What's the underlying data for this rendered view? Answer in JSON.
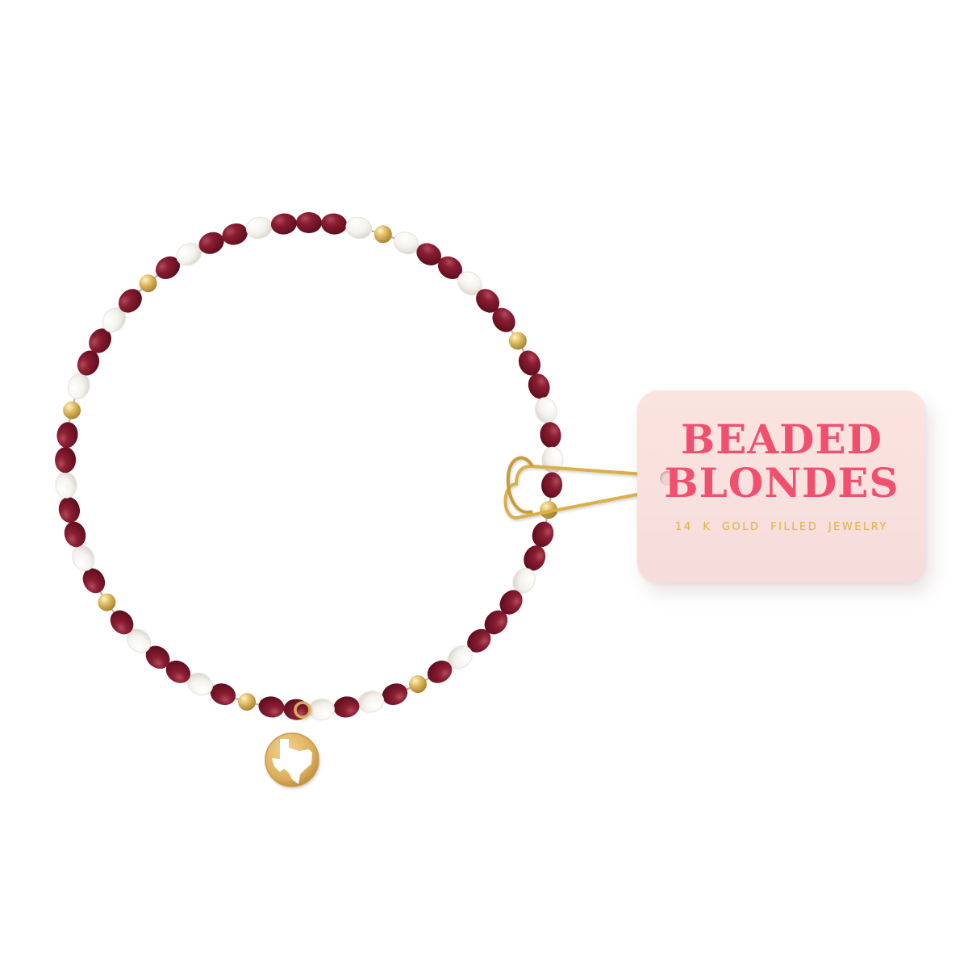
{
  "product": {
    "tag": {
      "brand_line1": "BEADED",
      "brand_line2": "BLONDES",
      "subtitle": "14 K  GOLD  FILLED  JEWELRY",
      "color_brand": "#f0506e",
      "color_subtitle": "#e0b94a",
      "color_tag": "#f9e1dd"
    },
    "bracelet": {
      "bead_colors": {
        "maroon": "#7b1428",
        "white": "#f7f5f0",
        "gold": "#d8b25a"
      },
      "pattern": "M,M,W,G,W,M,M,W,M,M,G,M,M,W,M,W,M,G,M,M,W,M,M,M,W,M,G,M,W,M,W,M,M,G,M,W,M,M,W,M,G,M,W,M,M,W,M,M,G,W,M,M,W,M,G,M,W,M,M,W,M",
      "charm": {
        "icon": "texas-state-icon",
        "color": "#e1b664"
      },
      "clip": {
        "icon": "safety-pin-icon",
        "color": "#d9b04a"
      }
    }
  }
}
